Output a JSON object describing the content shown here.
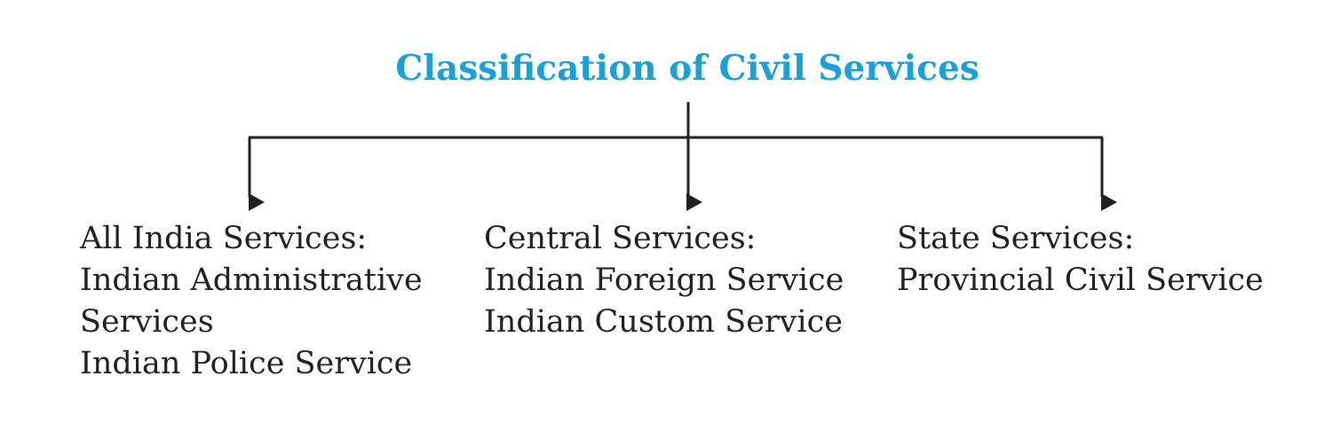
{
  "diagram": {
    "title": "Classification of Civil Services",
    "branches": [
      {
        "heading": "All India Services:",
        "items": [
          "Indian Administrative",
          "Services",
          "Indian Police Service"
        ]
      },
      {
        "heading": "Central Services:",
        "items": [
          "Indian Foreign Service",
          "Indian Custom Service"
        ]
      },
      {
        "heading": "State Services:",
        "items": [
          "Provincial Civil Service"
        ]
      }
    ],
    "colors": {
      "title": "#1aa0d8",
      "text": "#231f20",
      "connector": "#231f20"
    }
  }
}
